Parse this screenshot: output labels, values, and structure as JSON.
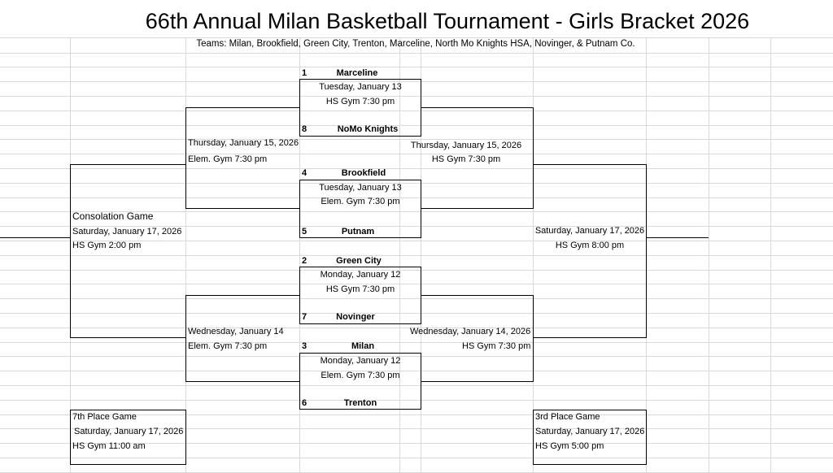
{
  "title": "66th Annual Milan Basketball Tournament - Girls Bracket 2026",
  "teams_line": "Teams:  Milan, Brookfield, Green City, Trenton, Marceline, North Mo Knights HSA, Novinger, & Putnam Co.",
  "round1": [
    {
      "top_seed": "1",
      "top_team": "Marceline",
      "date": "Tuesday, January 13",
      "venue": "HS Gym 7:30 pm",
      "bottom_seed": "8",
      "bottom_team": "NoMo Knights"
    },
    {
      "top_seed": "4",
      "top_team": "Brookfield",
      "date": "Tuesday, January 13",
      "venue": "Elem. Gym 7:30 pm",
      "bottom_seed": "5",
      "bottom_team": "Putnam"
    },
    {
      "top_seed": "2",
      "top_team": "Green City",
      "date": "Monday, January 12",
      "venue": "HS Gym 7:30 pm",
      "bottom_seed": "7",
      "bottom_team": "Novinger"
    },
    {
      "top_seed": "3",
      "top_team": "Milan",
      "date": "Monday, January 12",
      "venue": "Elem. Gym 7:30 pm",
      "bottom_seed": "6",
      "bottom_team": "Trenton"
    }
  ],
  "consolation_top": {
    "date": "Thursday, January 15, 2026",
    "venue": "Elem. Gym 7:30 pm"
  },
  "consolation_bottom": {
    "date": "Wednesday, January 14",
    "venue": "Elem. Gym 7:30 pm"
  },
  "semi_top": {
    "date": "Thursday, January 15, 2026",
    "venue": "HS Gym 7:30 pm"
  },
  "semi_bottom": {
    "date": "Wednesday, January 14, 2026",
    "venue": "HS Gym 7:30 pm"
  },
  "consolation_game": {
    "label": "Consolation Game",
    "date": "Saturday, January 17, 2026",
    "venue": "HS Gym 2:00 pm"
  },
  "championship": {
    "date": "Saturday, January 17, 2026",
    "venue": "HS Gym 8:00 pm"
  },
  "seventh_place": {
    "label": "7th Place Game",
    "date": "Saturday, January 17, 2026",
    "venue": "HS Gym 11:00 am"
  },
  "third_place": {
    "label": "3rd Place Game",
    "date": "Saturday, January 17, 2026",
    "venue": "HS Gym 5:00 pm"
  },
  "colors": {
    "gridline": "#d9d9d9",
    "bracket_line": "#000000"
  }
}
